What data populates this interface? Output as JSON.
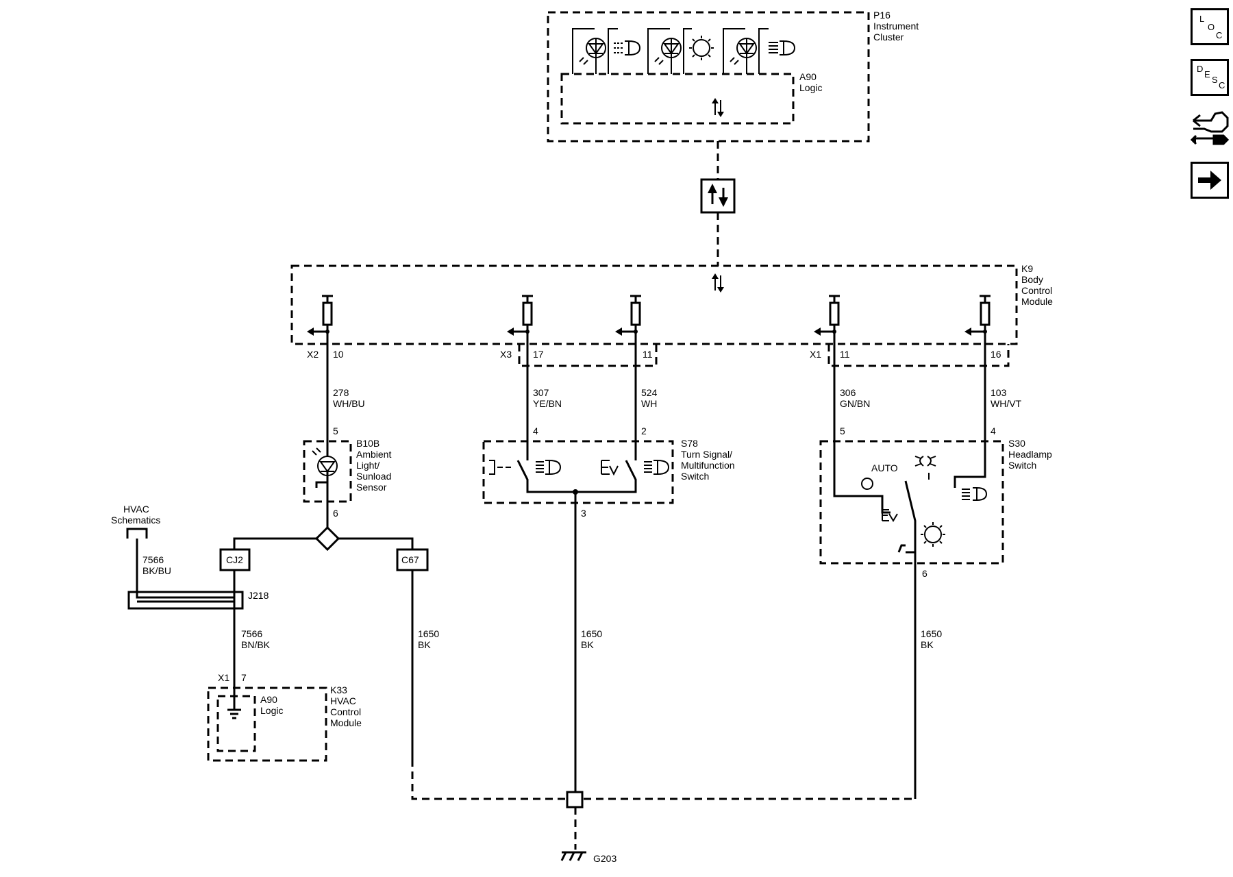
{
  "nav": {
    "loc": {
      "letters": [
        "L",
        "O",
        "C"
      ]
    },
    "desc": {
      "letters": [
        "D",
        "E",
        "S",
        "C"
      ]
    },
    "hand_icon": "hand-wrench-icon",
    "arrow_icon": "arrow-right-icon"
  },
  "modules": {
    "p16": {
      "id": "P16",
      "name_1": "Instrument",
      "name_2": "Cluster",
      "logic_id": "A90",
      "logic_name": "Logic"
    },
    "k9": {
      "id": "K9",
      "name_1": "Body",
      "name_2": "Control",
      "name_3": "Module"
    },
    "b10b": {
      "id": "B10B",
      "name_1": "Ambient",
      "name_2": "Light/",
      "name_3": "Sunload",
      "name_4": "Sensor",
      "pin_top": "5",
      "pin_bottom": "6"
    },
    "s78": {
      "id": "S78",
      "name_1": "Turn Signal/",
      "name_2": "Multifunction",
      "name_3": "Switch",
      "pin_left": "4",
      "pin_right": "2",
      "pin_bottom": "3"
    },
    "s30": {
      "id": "S30",
      "name_1": "Headlamp",
      "name_2": "Switch",
      "pin_left": "5",
      "pin_right": "4",
      "pin_bottom": "6",
      "auto_label": "AUTO"
    },
    "k33": {
      "id": "K33",
      "name_1": "HVAC",
      "name_2": "Control",
      "name_3": "Module",
      "logic_id": "A90",
      "logic_name": "Logic",
      "connector": "X1",
      "pin": "7"
    }
  },
  "connectors": {
    "x2": {
      "name": "X2",
      "pin": "10"
    },
    "x3": {
      "name": "X3",
      "pin_a": "17",
      "pin_b": "11"
    },
    "x1": {
      "name": "X1",
      "pin_a": "11",
      "pin_b": "16"
    }
  },
  "wires": {
    "w278": {
      "circuit": "278",
      "color": "WH/BU"
    },
    "w307": {
      "circuit": "307",
      "color": "YE/BN"
    },
    "w524": {
      "circuit": "524",
      "color": "WH"
    },
    "w306": {
      "circuit": "306",
      "color": "GN/BN"
    },
    "w103": {
      "circuit": "103",
      "color": "WH/VT"
    },
    "w7566a": {
      "circuit": "7566",
      "color": "BK/BU"
    },
    "w7566b": {
      "circuit": "7566",
      "color": "BN/BK"
    },
    "w1650a": {
      "circuit": "1650",
      "color": "BK"
    },
    "w1650b": {
      "circuit": "1650",
      "color": "BK"
    },
    "w1650c": {
      "circuit": "1650",
      "color": "BK"
    }
  },
  "refs": {
    "hvac_1": "HVAC",
    "hvac_2": "Schematics",
    "cj2": "CJ2",
    "c67": "C67",
    "j218": "J218",
    "g203": "G203"
  }
}
